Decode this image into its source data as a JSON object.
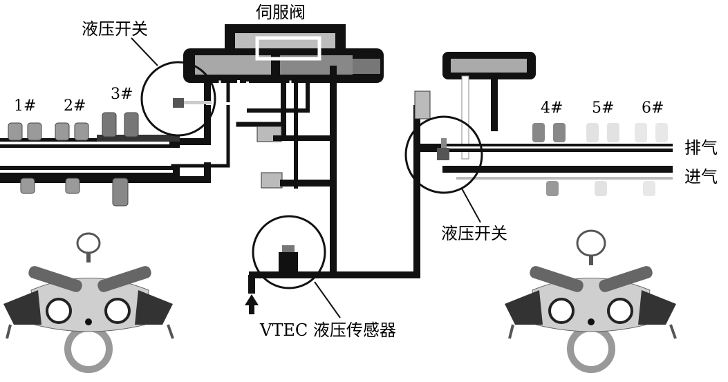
{
  "labels": {
    "servo_valve": "伺服阀",
    "hydraulic_switch_left": "液压开关",
    "hydraulic_switch_right": "液压开关",
    "vtec_sensor": "VTEC 液压传感器",
    "exhaust": "排气",
    "intake": "进气",
    "cylinders": [
      "1#",
      "2#",
      "3#",
      "4#",
      "5#",
      "6#"
    ]
  },
  "colors": {
    "pipe_dark": "#111111",
    "body_gray": "#9a9a9a",
    "light_gray": "#d9d9d9",
    "faded": "#e4e4e4"
  },
  "icons": [
    "up-arrow-icon",
    "rocker-arm-assembly",
    "pressure-switch"
  ]
}
